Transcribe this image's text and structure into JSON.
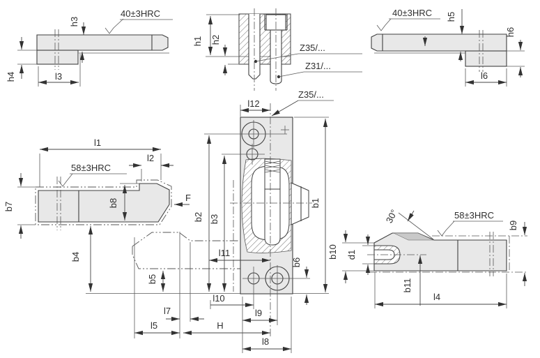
{
  "drawing": {
    "labels": {
      "h1": "h1",
      "h2": "h2",
      "h3": "h3",
      "h4": "h4",
      "h5": "h5",
      "h6": "h6",
      "b1": "b1",
      "b2": "b2",
      "b3": "b3",
      "b4": "b4",
      "b5": "b5",
      "b6": "b6",
      "b7": "b7",
      "b8": "b8",
      "b9": "b9",
      "b10": "b10",
      "b11": "b11",
      "l1": "l1",
      "l2": "l2",
      "l3": "l3",
      "l4": "l4",
      "l5": "l5",
      "l6": "l6",
      "l7": "l7",
      "l8": "l8",
      "l9": "l9",
      "l10": "l10",
      "l11": "l11",
      "l12": "l12",
      "d1": "d1",
      "H": "H",
      "F": "F",
      "angle_30": "30°"
    },
    "annotations": {
      "hardness_40": "40±3HRC",
      "hardness_58": "58±3HRC",
      "z35": "Z35/...",
      "z31": "Z31/..."
    },
    "colors": {
      "background": "#ffffff",
      "part_fill": "#e8e8e8",
      "chamfer_fill": "#c9c9c9",
      "line": "#3f3f3f",
      "dimension": "#444444"
    }
  }
}
